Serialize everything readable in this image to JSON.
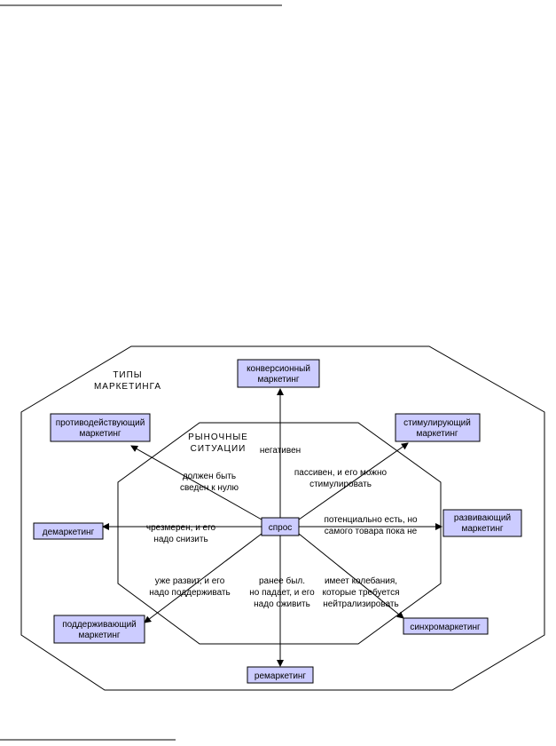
{
  "outer_title": [
    "ТИПЫ",
    "МАРКЕТИНГА"
  ],
  "inner_title": [
    "РЫНОЧНЫЕ",
    "СИТУАЦИИ"
  ],
  "center": "спрос",
  "types": {
    "conversion": [
      "конверсионный",
      "маркетинг"
    ],
    "stimulating": [
      "стимулирующий",
      "маркетинг"
    ],
    "developing": [
      "развивающий",
      "маркетинг"
    ],
    "synchro": [
      "синхромаркетинг"
    ],
    "remarketing": [
      "ремаркетинг"
    ],
    "supporting": [
      "поддерживающий",
      "маркетинг"
    ],
    "demarketing": [
      "демаркетинг"
    ],
    "counteracting": [
      "противодействующий",
      "маркетинг"
    ]
  },
  "situations": {
    "negative": [
      "негативен"
    ],
    "passive": [
      "пассивен, и его можно",
      "стимулировать"
    ],
    "potential": [
      "потенциально есть, но",
      "самого товара пока не"
    ],
    "fluctuating": [
      "имеет колебания,",
      "которые требуется",
      "нейтрализировать"
    ],
    "declining": [
      "ранее был.",
      "но падает, и его",
      "надо оживить"
    ],
    "developed": [
      "уже развит, и его",
      "надо поддерживать"
    ],
    "excessive": [
      "чрезмерен, и его",
      "надо снизить"
    ],
    "reduce_zero": [
      "должен быть",
      "сведен к нулю"
    ]
  },
  "colors": {
    "box_fill": "#ccccff",
    "stroke": "#000000"
  }
}
